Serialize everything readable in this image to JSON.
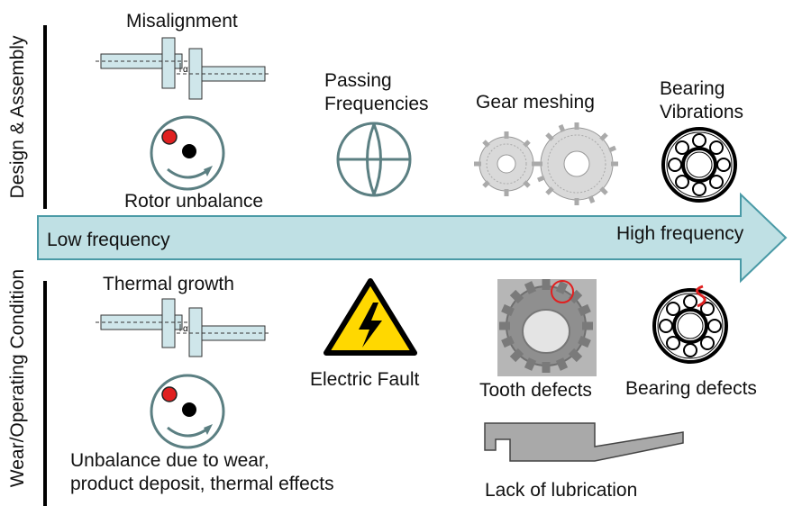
{
  "categories": {
    "design": "Design & Assembly",
    "wear": "Wear/Operating Condition"
  },
  "axis": {
    "low": "Low frequency",
    "high": "High frequency"
  },
  "top": {
    "misalignment": "Misalignment",
    "rotor_unbalance": "Rotor unbalance",
    "passing_frequencies": "Passing\nFrequencies",
    "gear_meshing": "Gear meshing",
    "bearing_vibrations": "Bearing\nVibrations"
  },
  "bottom": {
    "thermal_growth": "Thermal growth",
    "unbalance_wear": "Unbalance due to wear,\nproduct deposit, thermal effects",
    "electric_fault": "Electric Fault",
    "tooth_defects": "Tooth defects",
    "bearing_defects": "Bearing defects",
    "lack_lubrication": "Lack of lubrication"
  },
  "glyphs": {
    "gap_symbol": "α"
  },
  "colors": {
    "arrow_fill": "#bfe0e4",
    "arrow_stroke": "#4a9aa6",
    "shaft_fill": "#cfe6ea",
    "circle_stroke": "#5b7f82",
    "rotor_red": "#e02020",
    "warning_yellow": "#ffd800"
  }
}
